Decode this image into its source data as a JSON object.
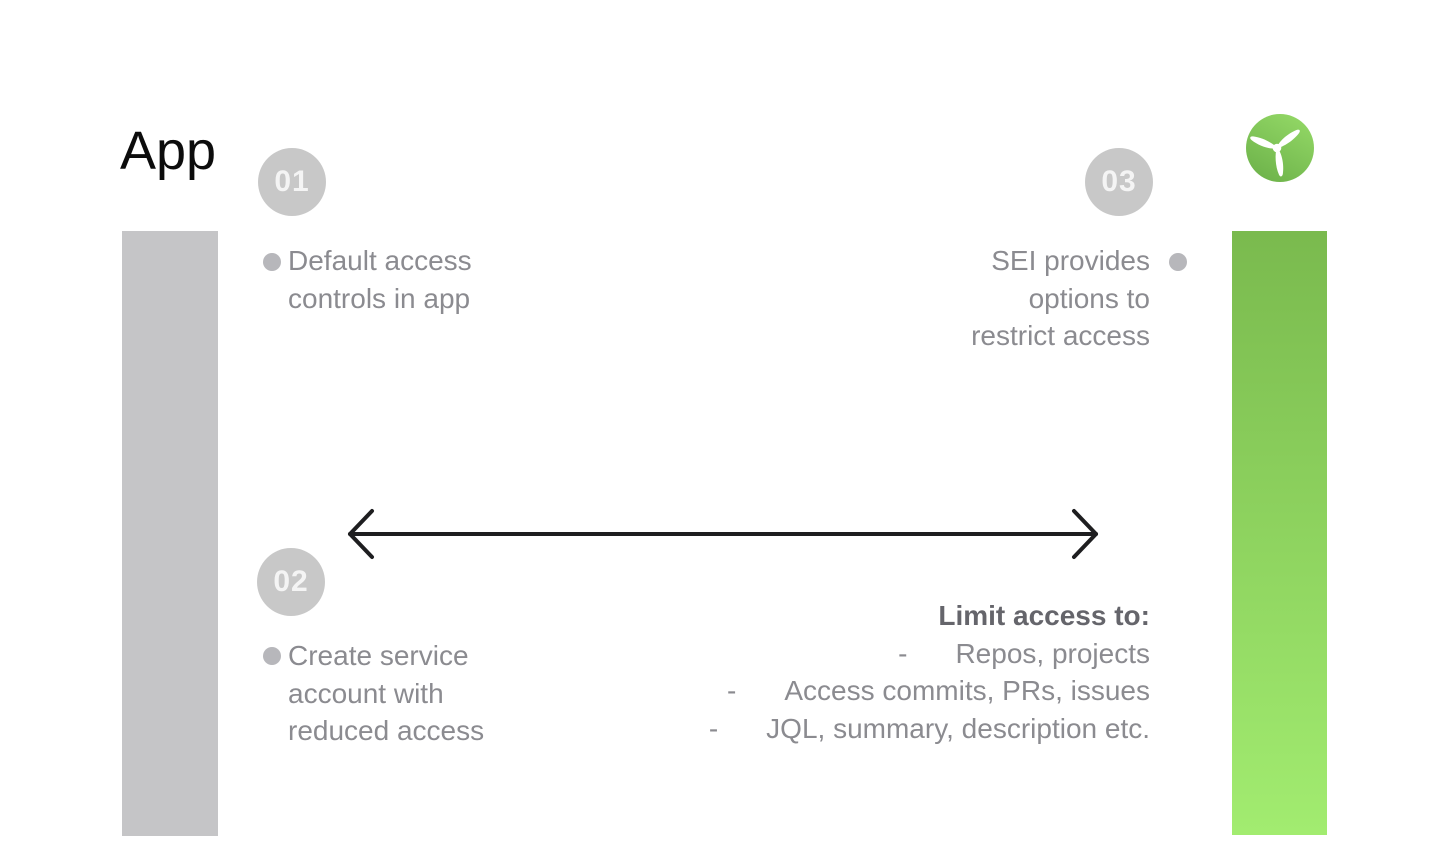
{
  "page": {
    "title": "App"
  },
  "colors": {
    "left_bar": "#c5c5c7",
    "right_bar_top": "#7aba4e",
    "right_bar_bottom": "#a2ec70",
    "logo_light": "#92d765",
    "logo_dark": "#6db24a",
    "badge_bg": "#c8c8c8",
    "badge_text": "#f4f4f4",
    "body_text": "#8b8b90",
    "heading_text": "#65656b",
    "bullet": "#b7b7bb",
    "arrow": "#1e1e20",
    "title_text": "#0c0c0c"
  },
  "steps": [
    {
      "number": "01",
      "lines": [
        "Default access",
        "controls in app"
      ]
    },
    {
      "number": "02",
      "lines": [
        "Create service",
        "account with",
        "reduced access"
      ]
    },
    {
      "number": "03",
      "lines": [
        "SEI provides",
        "options to",
        "restrict access"
      ]
    }
  ],
  "limit_access": {
    "heading": "Limit access to:",
    "dash": "-",
    "items": [
      "Repos, projects",
      "Access commits, PRs, issues",
      "JQL, summary, description etc."
    ]
  },
  "logo": {
    "icon": "propeller-logo"
  }
}
